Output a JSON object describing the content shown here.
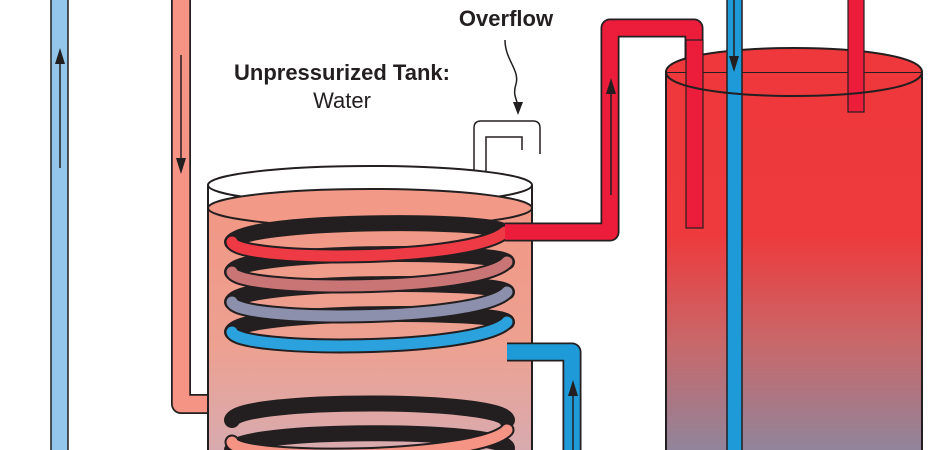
{
  "labels": {
    "overflow": "Overflow",
    "tank_title": "Unpressurized Tank:",
    "tank_content": "Water"
  },
  "colors": {
    "hot": "#ec1c3b",
    "cold": "#1e9ad8",
    "cold_light": "#93c6ea",
    "warm_return": "#f59384",
    "tank_water": "#f29987",
    "outline": "#231f20"
  }
}
